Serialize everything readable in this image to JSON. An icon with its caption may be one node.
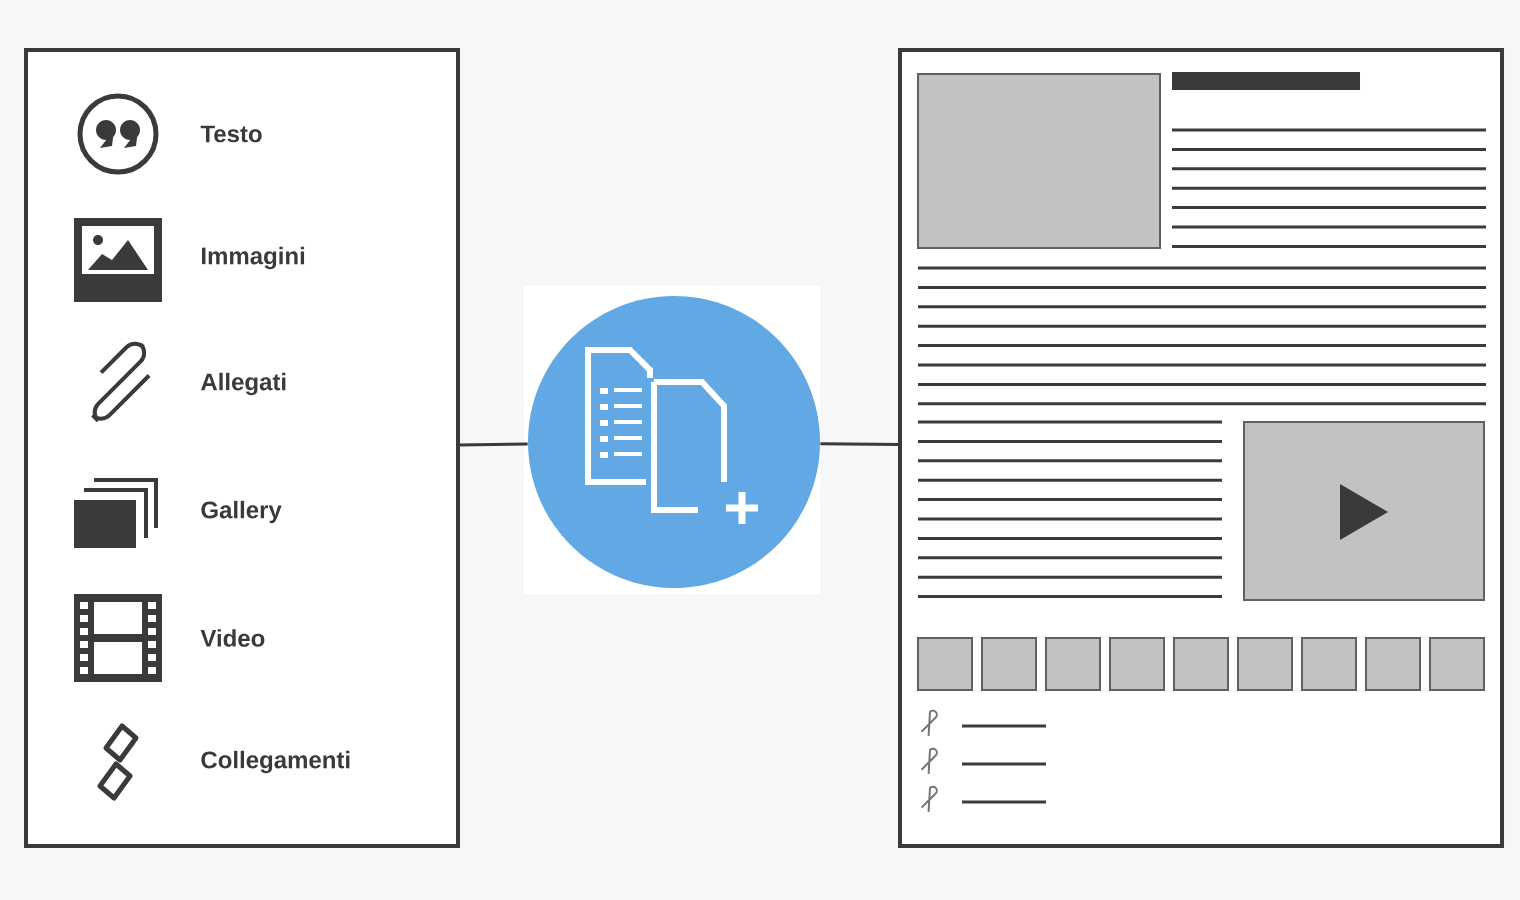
{
  "diagram": {
    "nodes": [
      {
        "text": [
          "Testo",
          "Immagini",
          "Allegati",
          "Gallery",
          "Video",
          "Collegamenti"
        ]
      },
      {
        "text": [],
        "shape": "circle"
      },
      {
        "text": [],
        "shape": "box"
      }
    ],
    "edges": [
      {
        "from": 0,
        "to": 1,
        "arrow": "none"
      },
      {
        "from": 1,
        "to": 2,
        "arrow": "none"
      }
    ]
  }
}
